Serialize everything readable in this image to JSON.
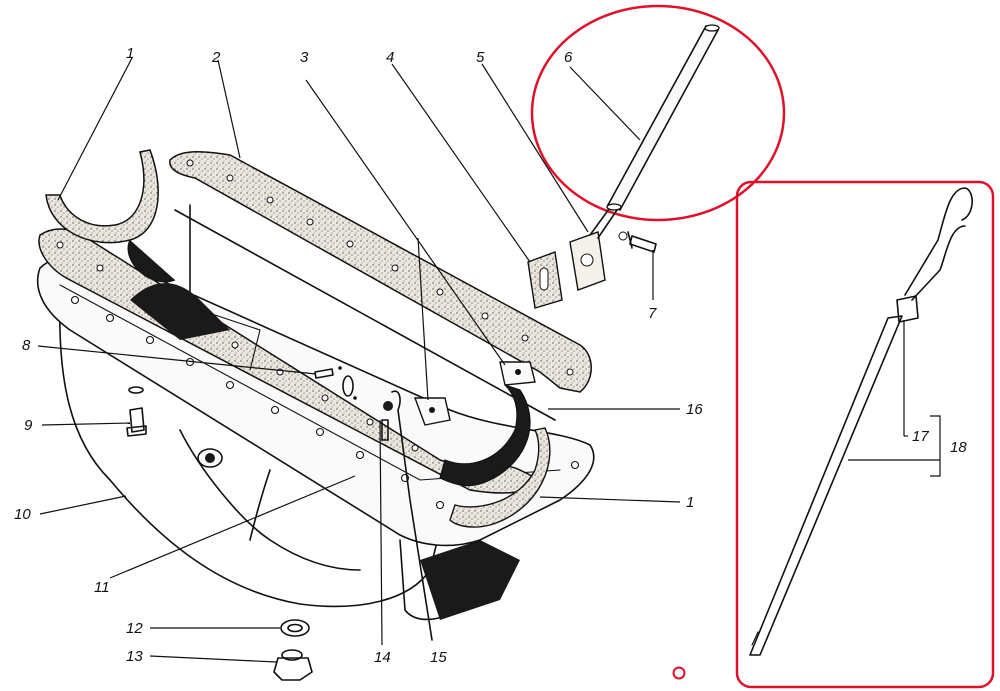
{
  "diagram": {
    "callouts": {
      "c1a": "1",
      "c2": "2",
      "c3": "3",
      "c4": "4",
      "c5": "5",
      "c6": "6",
      "c7": "7",
      "c8": "8",
      "c9": "9",
      "c10": "10",
      "c11": "11",
      "c12": "12",
      "c13": "13",
      "c14": "14",
      "c15": "15",
      "c16": "16",
      "c1b": "1",
      "c17": "17",
      "c18": "18"
    },
    "colors": {
      "ink": "#111111",
      "gasket_fill": "#e9e4dc",
      "dark_seal": "#1a1a1a",
      "highlight_red": "#e0102a"
    }
  }
}
